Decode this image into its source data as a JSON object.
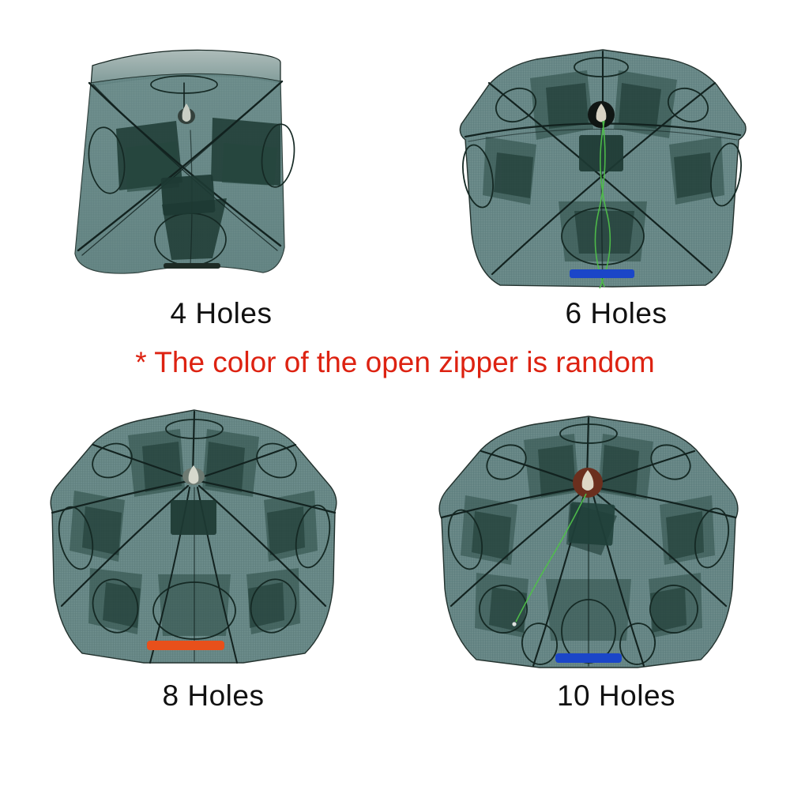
{
  "page": {
    "background_color": "#ffffff",
    "kind": "product-variant-grid"
  },
  "note": {
    "text": "* The color of the open zipper is random",
    "color": "#dd2211"
  },
  "colors": {
    "mesh_light": "#7d9a99",
    "mesh_mid": "#5a7b7b",
    "mesh_dark": "#31504c",
    "mesh_darkest": "#1e3b34",
    "rib": "#12221f",
    "label_text": "#111111",
    "note_text": "#dd2211",
    "zipper_blue": "#1b46c8",
    "zipper_orange": "#e8501b",
    "hub_dark": "#101614",
    "hub_brown": "#6b2f1e",
    "hub_cap": "#ded7c6",
    "cord_green": "#4fbf4a"
  },
  "traps": [
    {
      "id": "trap-4",
      "label": "4 Holes",
      "sides": 4,
      "shape": "square-box",
      "holes": 4,
      "hub_color": "#9aa39b",
      "hub_style": "light-cap",
      "zipper_color": "#1e2b25",
      "zipper_visible": false,
      "cord_visible": false,
      "bait_bag": true
    },
    {
      "id": "trap-6",
      "label": "6 Holes",
      "sides": 6,
      "shape": "hexagon",
      "holes": 6,
      "hub_color": "#101614",
      "hub_style": "dark-ring-light-cap",
      "zipper_color": "#1b46c8",
      "zipper_visible": true,
      "cord_visible": true,
      "bait_bag": true
    },
    {
      "id": "trap-8",
      "label": "8 Holes",
      "sides": 8,
      "shape": "octagon",
      "holes": 8,
      "hub_color": "#9aa39b",
      "hub_style": "light-cap",
      "zipper_color": "#e8501b",
      "zipper_visible": true,
      "cord_visible": false,
      "bait_bag": true
    },
    {
      "id": "trap-10",
      "label": "10 Holes",
      "sides": 10,
      "shape": "decagon",
      "holes": 10,
      "hub_color": "#6b2f1e",
      "hub_style": "brown-ring-cream-cap",
      "zipper_color": "#1b46c8",
      "zipper_visible": true,
      "cord_visible": true,
      "bait_bag": true
    }
  ]
}
